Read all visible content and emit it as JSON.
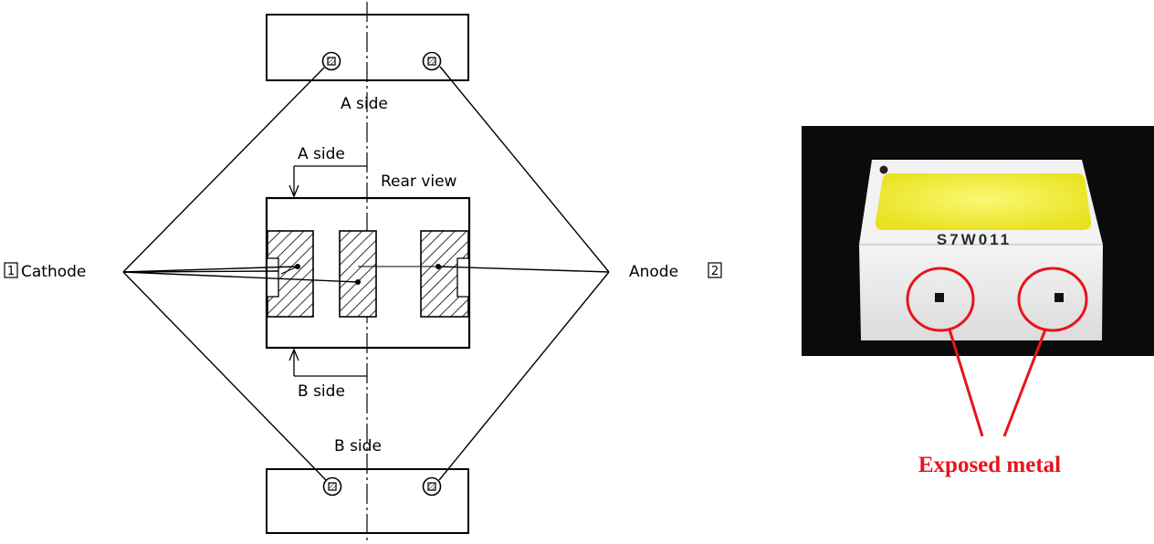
{
  "diagram": {
    "labels": {
      "a_side_top": "A side",
      "a_side_arrow": "A side",
      "rear_view": "Rear view",
      "b_side_arrow": "B side",
      "b_side_bottom": "B side",
      "cathode": "Cathode",
      "cathode_number": "1",
      "anode": "Anode",
      "anode_number": "2"
    }
  },
  "photo": {
    "marking": "S7W011",
    "callout": "Exposed metal",
    "callout_color": "#e8141b",
    "emitter_color": "#f2ee3a"
  }
}
